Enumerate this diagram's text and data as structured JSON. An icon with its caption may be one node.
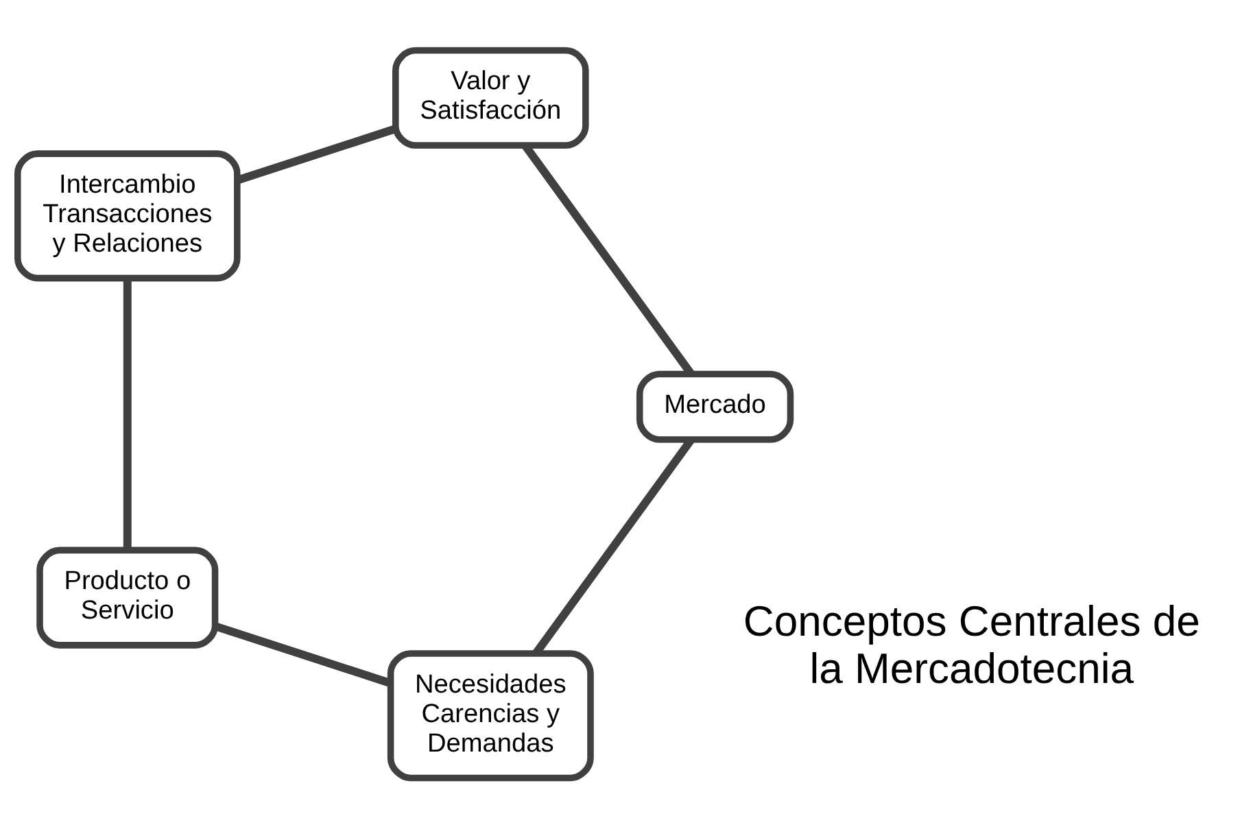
{
  "diagram": {
    "nodes": [
      {
        "text": [
          "Necesidades Carencias y Demandas"
        ]
      },
      {
        "text": [
          "Producto o Servicio"
        ]
      },
      {
        "text": [
          "Intercambio Transacciones y Relaciones"
        ]
      },
      {
        "text": [
          "Valor y Satisfacción"
        ]
      },
      {
        "text": [
          "Mercado"
        ]
      }
    ],
    "edges": [
      {
        "from": 0,
        "to": 1,
        "arrow": "none"
      },
      {
        "from": 1,
        "to": 2,
        "arrow": "none"
      },
      {
        "from": 2,
        "to": 3,
        "arrow": "none"
      },
      {
        "from": 3,
        "to": 4,
        "arrow": "none"
      },
      {
        "from": 4,
        "to": 0,
        "arrow": "none"
      }
    ],
    "labels": [
      "Conceptos Centrales de la Mercadotecnia"
    ]
  }
}
